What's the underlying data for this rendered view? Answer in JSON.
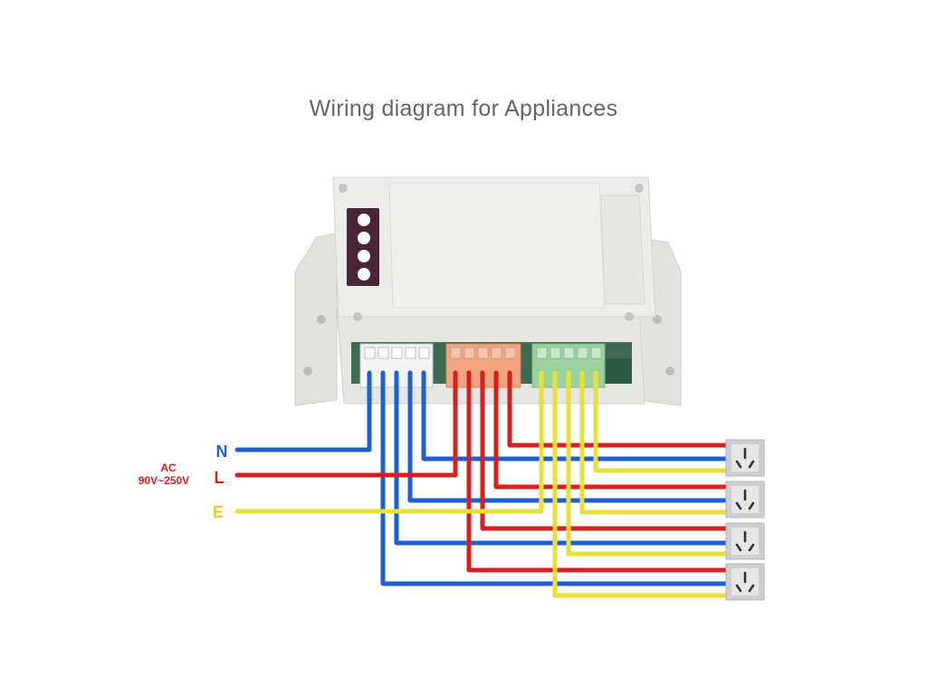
{
  "title": "Wiring diagram for Appliances",
  "supply": {
    "ac_label": "AC",
    "voltage_label": "90V~250V",
    "neutral_label": "N",
    "live_label": "L",
    "earth_label": "E"
  },
  "colors": {
    "neutral": "#1f5fd6",
    "live": "#d61f1f",
    "earth": "#e8df3a",
    "label_blue": "#1f5fd6",
    "label_red": "#d61f1f",
    "label_yellow": "#e0c92a",
    "enclosure": "#ececea",
    "terminal_white": "#f4f4f4",
    "terminal_orange": "#f3a37e",
    "terminal_green": "#9bd3a0",
    "socket": "#cfcfcf"
  },
  "icons": {
    "socket": "power-socket-icon",
    "enclosure": "relay-module-icon"
  }
}
